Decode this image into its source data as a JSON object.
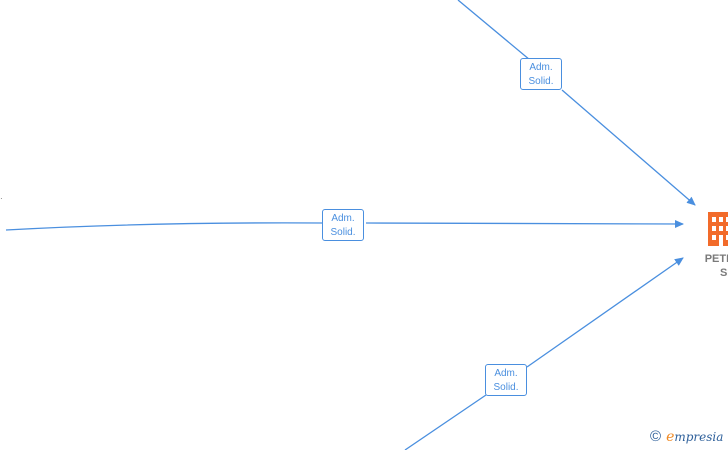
{
  "edges": [
    {
      "label_line1": "Adm.",
      "label_line2": "Solid."
    },
    {
      "label_line1": "Adm.",
      "label_line2": "Solid."
    },
    {
      "label_line1": "Adm.",
      "label_line2": "Solid."
    }
  ],
  "company": {
    "name_line1": "PETROL",
    "name_line2": "SL",
    "icon": "building-icon",
    "icon_color": "#f26b2a"
  },
  "footer": {
    "copyright": "©",
    "brand_initial": "e",
    "brand_rest": "mpresia"
  },
  "colors": {
    "edge": "#4a8fdf",
    "label_text": "#4a8fdf",
    "company_text": "#7a7a7a"
  }
}
